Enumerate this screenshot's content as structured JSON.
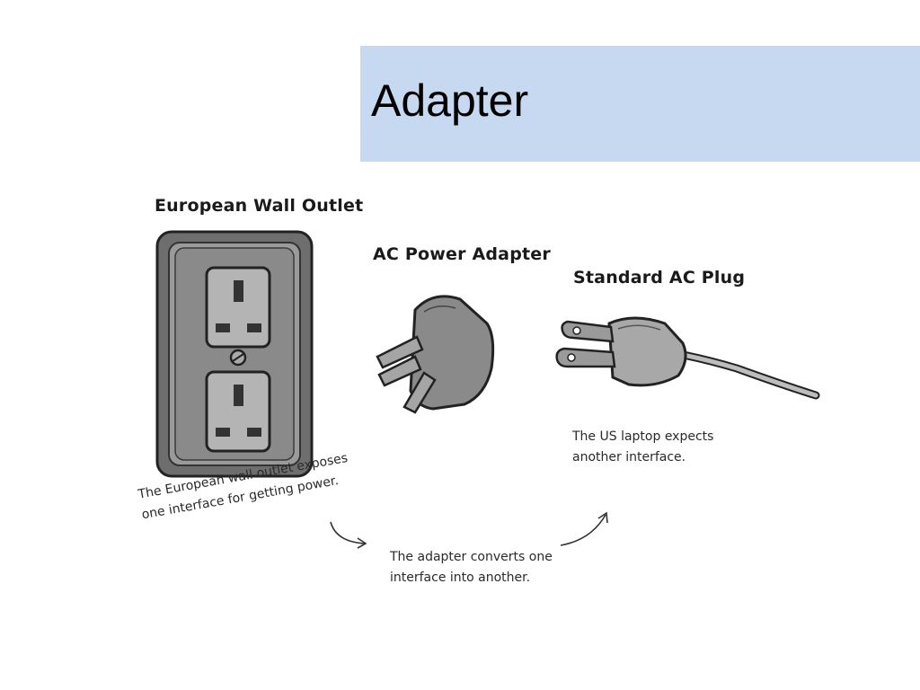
{
  "slide": {
    "title": "Adapter"
  },
  "diagram": {
    "outlet_label": "European Wall Outlet",
    "adapter_label": "AC Power Adapter",
    "plug_label": "Standard AC Plug",
    "outlet_note": [
      "The European wall outlet exposes",
      "one interface for getting power."
    ],
    "adapter_note": [
      "The adapter converts one",
      "interface into another."
    ],
    "plug_note": [
      "The US laptop expects",
      "another interface."
    ]
  },
  "colors": {
    "title_bar": "#c6d9f0"
  }
}
